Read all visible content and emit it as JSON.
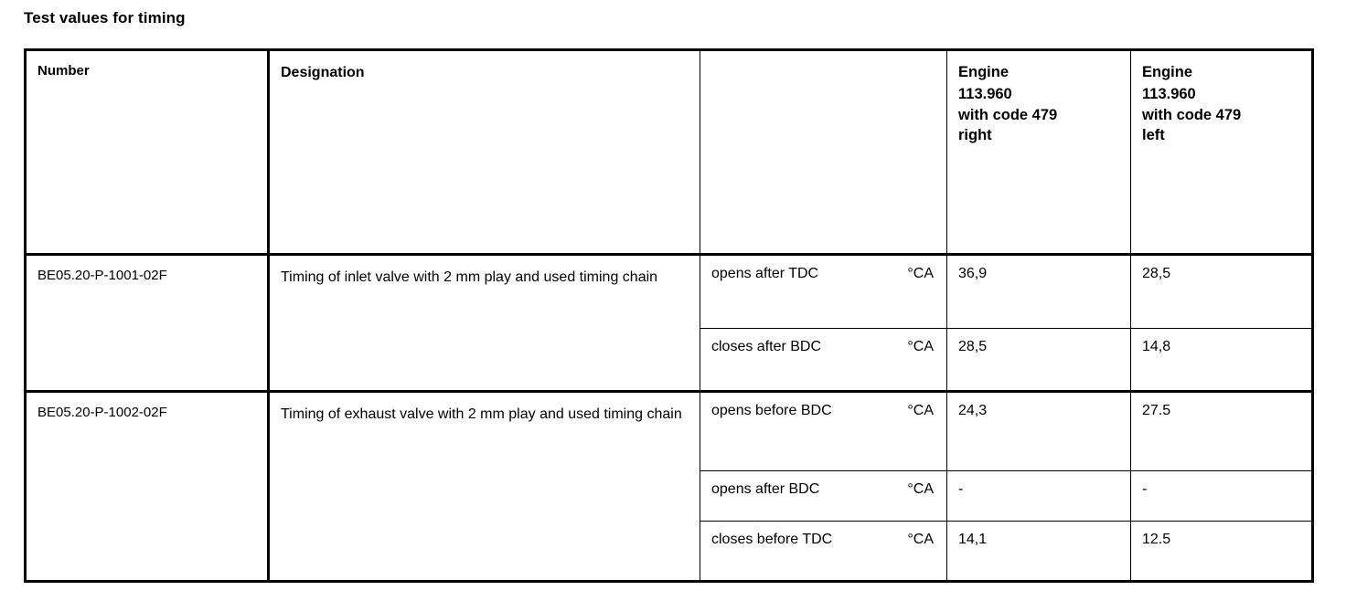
{
  "document": {
    "title": "Test values for timing"
  },
  "table": {
    "columns": [
      {
        "key": "number",
        "header": "Number"
      },
      {
        "key": "designation",
        "header": "Designation"
      },
      {
        "key": "measurement",
        "header": ""
      },
      {
        "key": "engine_right",
        "header_lines": [
          "Engine",
          "113.960",
          "with code 479",
          "right"
        ]
      },
      {
        "key": "engine_left",
        "header_lines": [
          "Engine",
          "113.960",
          "with code 479",
          "left"
        ]
      }
    ],
    "header": {
      "number": "Number",
      "designation": "Designation",
      "measurement": "",
      "engine_right": {
        "line1": "Engine",
        "line2": "113.960",
        "line3": "with code 479",
        "line4": "right"
      },
      "engine_left": {
        "line1": "Engine",
        "line2": "113.960",
        "line3": "with code 479",
        "line4": "left"
      }
    },
    "rows": [
      {
        "number": "BE05.20-P-1001-02F",
        "designation": "Timing of inlet valve with 2 mm play and used timing chain",
        "measurements": [
          {
            "label": "opens after TDC",
            "unit": "°CA",
            "engine_right": "36,9",
            "engine_left": "28,5"
          },
          {
            "label": "closes after BDC",
            "unit": "°CA",
            "engine_right": "28,5",
            "engine_left": "14,8"
          }
        ]
      },
      {
        "number": "BE05.20-P-1002-02F",
        "designation": "Timing of exhaust valve with 2 mm play and used timing chain",
        "measurements": [
          {
            "label": "opens before BDC",
            "unit": "°CA",
            "engine_right": "24,3",
            "engine_left": "27.5"
          },
          {
            "label": "opens after BDC",
            "unit": "°CA",
            "engine_right": "-",
            "engine_left": "-"
          },
          {
            "label": "closes before TDC",
            "unit": "°CA",
            "engine_right": "14,1",
            "engine_left": "12.5"
          }
        ]
      }
    ]
  },
  "colors": {
    "background": "#ffffff",
    "text": "#000000",
    "rule": "#000000"
  }
}
